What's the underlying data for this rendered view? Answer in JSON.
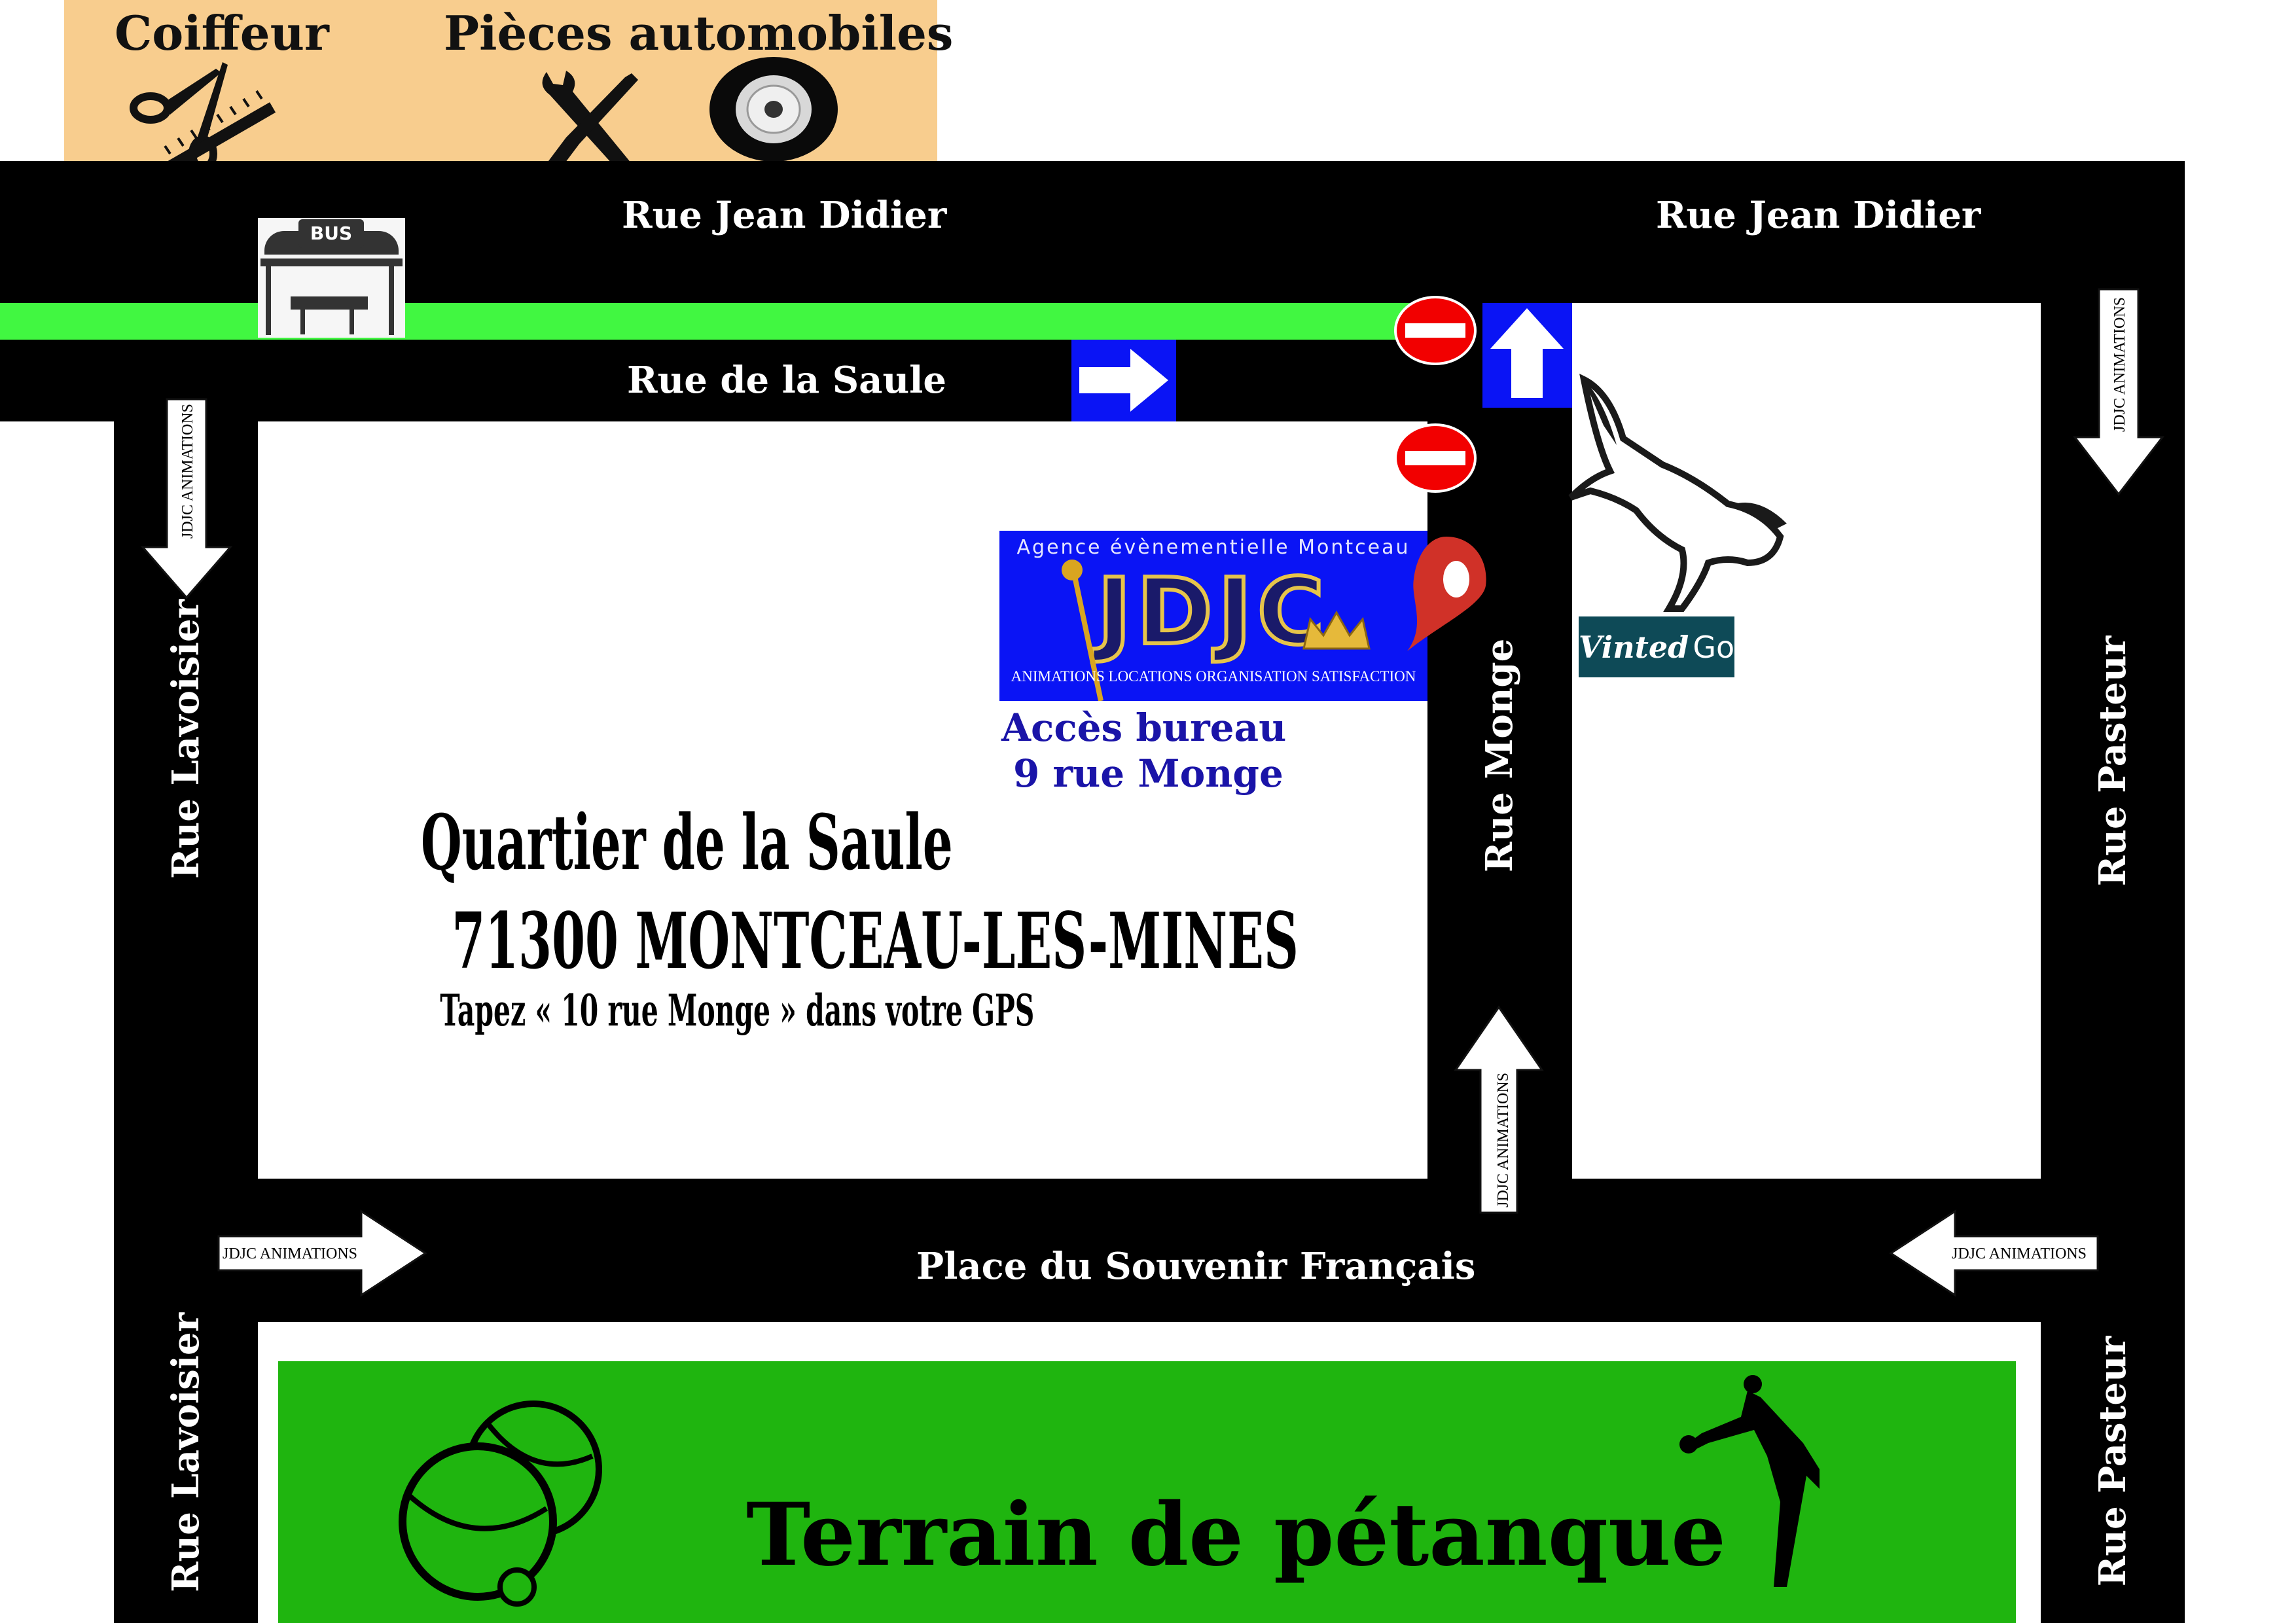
{
  "banner": {
    "background": "#f8cd8e",
    "shops": [
      {
        "label": "Coiffeur",
        "icon": "scissors-comb-icon"
      },
      {
        "label": "Pièces automobiles",
        "icon": "tools-wheel-icon"
      }
    ]
  },
  "roads": {
    "color": "#000000",
    "top": "Rue Jean Didier",
    "top_right": "Rue Jean Didier",
    "saule": "Rue de la Saule",
    "lavoisier_upper": "Rue Lavoisier",
    "lavoisier_lower": "Rue Lavoisier",
    "monge": "Rue Monge",
    "pasteur_upper": "Rue Pasteur",
    "pasteur_lower": "Rue Pasteur",
    "place": "Place du Souvenir Français"
  },
  "bus_stop": {
    "label": "BUS"
  },
  "bus_lane_color": "#41f741",
  "direction_arrows": {
    "text": "JDJC ANIMATIONS",
    "items": [
      {
        "id": "lavoisier-down",
        "direction": "down"
      },
      {
        "id": "pasteur-down",
        "direction": "down"
      },
      {
        "id": "monge-up",
        "direction": "up"
      },
      {
        "id": "place-left-right",
        "direction": "right"
      },
      {
        "id": "place-right-left",
        "direction": "left"
      }
    ]
  },
  "signs": {
    "one_way_color": "#0a14f5",
    "no_entry_color": "#f20000"
  },
  "jdjc_logo": {
    "tagline": "Agence évènementielle Montceau",
    "name": "JDJC",
    "services": "ANIMATIONS LOCATIONS ORGANISATION SATISFACTION",
    "background": "#0a14f5"
  },
  "office": {
    "line1": "Accès bureau",
    "line2": "9 rue Monge",
    "color": "#1a14a8"
  },
  "vinted": {
    "brand": "Vinted",
    "suffix": "Go",
    "background": "#0e4a57"
  },
  "district": {
    "title": "Quartier de la Saule",
    "city": "71300 MONTCEAU-LES-MINES",
    "gps_hint": "Tapez « 10 rue Monge » dans votre GPS"
  },
  "petanque": {
    "label": "Terrain de pétanque",
    "background": "#1fb50f"
  }
}
